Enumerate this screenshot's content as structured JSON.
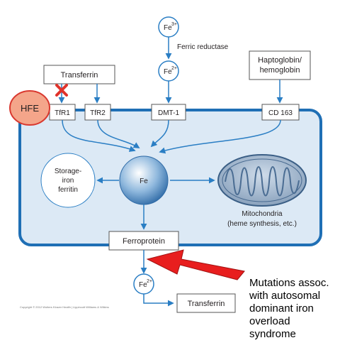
{
  "iron": {
    "fe3": "Fe",
    "fe3_sup": "3+",
    "fe2": "Fe",
    "fe2_sup": "2+",
    "fe2_out": "Fe",
    "fe2_out_sup": "2+",
    "ferric_reductase": "Ferric reductase",
    "fe_center": "Fe"
  },
  "boxes": {
    "transferrin_top": "Transferrin",
    "haptoglobin_line1": "Haptoglobin/",
    "haptoglobin_line2": "hemoglobin",
    "ferroprotein": "Ferroprotein",
    "transferrin_bottom": "Transferrin"
  },
  "receptors": {
    "tfr1": "TfR1",
    "tfr2": "TfR2",
    "dmt1": "DMT-1",
    "cd163": "CD 163"
  },
  "hfe": "HFE",
  "storage": {
    "line1": "Storage-",
    "line2": "iron",
    "line3": "ferritin"
  },
  "mitochondria": {
    "line1": "Mitochondria",
    "line2": "(heme synthesis, etc.)"
  },
  "annotation": {
    "lines": [
      "Mutations assoc.",
      "with autosomal",
      "dominant iron",
      "overload",
      "syndrome"
    ]
  },
  "copyright": "Copyright © 2012 Wolters Kluwer Health | Lippincott Williams & Wilkins",
  "colors": {
    "cell_fill": "#dce9f5",
    "cell_stroke": "#1f6fb5",
    "arrow": "#2a7ec4",
    "hfe_fill": "#f4a58a",
    "hfe_stroke": "#d9382f",
    "red_arrow": "#e81e1e",
    "x_mark": "#e0322a"
  }
}
